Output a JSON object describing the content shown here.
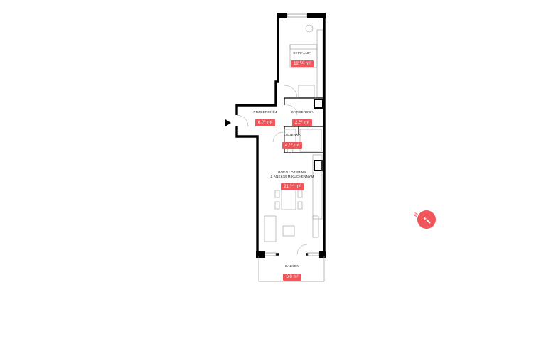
{
  "rooms": [
    {
      "id": "sypialnia",
      "name": "SYPIALNIA",
      "area": "12,59 m²"
    },
    {
      "id": "przedpokoj",
      "name": "PRZEDPOKÓJ",
      "area": "6,01 m²"
    },
    {
      "id": "garderoba",
      "name": "GARDEROBA",
      "area": "2,31 m²"
    },
    {
      "id": "lazienka",
      "name": "ŁAZIENKA",
      "area": "4,11 m²"
    },
    {
      "id": "pokoj",
      "name": "POKÓJ DZIENNY\nZ ANEKSEM KUCHENNYM",
      "area": "21,34 m²"
    },
    {
      "id": "balkon",
      "name": "BALKON",
      "area": "6,0 m²"
    }
  ],
  "compass": {
    "label": "N",
    "icon": "compass-north-icon"
  },
  "entrance": {
    "icon": "entrance-arrow-icon"
  },
  "colors": {
    "accent": "#f0565a",
    "wall": "#000000",
    "furniture": "#9a9a9a"
  }
}
